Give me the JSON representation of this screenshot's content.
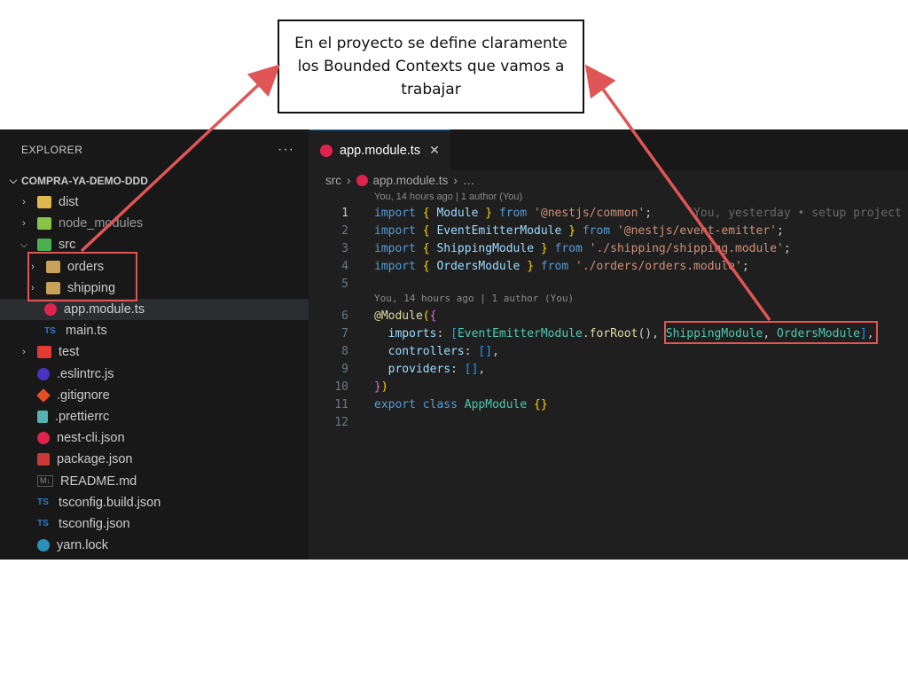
{
  "annotation": {
    "lines": [
      "En el proyecto se define claramente",
      "los Bounded Contexts que vamos a",
      "trabajar"
    ]
  },
  "explorer": {
    "title": "EXPLORER",
    "more": "···",
    "root": "COMPRA-YA-DEMO-DDD",
    "items": [
      {
        "label": "dist",
        "icon": "dist-folder-icon"
      },
      {
        "label": "node_modules",
        "icon": "node-modules-folder-icon"
      },
      {
        "label": "src",
        "icon": "src-folder-icon"
      },
      {
        "label": "orders",
        "icon": "folder-icon"
      },
      {
        "label": "shipping",
        "icon": "folder-icon"
      },
      {
        "label": "app.module.ts",
        "icon": "nest-icon"
      },
      {
        "label": "main.ts",
        "icon": "ts-icon"
      },
      {
        "label": "test",
        "icon": "test-folder-icon"
      },
      {
        "label": ".eslintrc.js",
        "icon": "eslint-icon"
      },
      {
        "label": ".gitignore",
        "icon": "git-icon"
      },
      {
        "label": ".prettierrc",
        "icon": "prettier-icon"
      },
      {
        "label": "nest-cli.json",
        "icon": "nest-icon"
      },
      {
        "label": "package.json",
        "icon": "npm-icon"
      },
      {
        "label": "README.md",
        "icon": "markdown-icon"
      },
      {
        "label": "tsconfig.build.json",
        "icon": "tsconfig-icon"
      },
      {
        "label": "tsconfig.json",
        "icon": "tsconfig-icon"
      },
      {
        "label": "yarn.lock",
        "icon": "yarn-icon"
      }
    ],
    "ts_badge": "TS",
    "md_badge": "M↓"
  },
  "editor": {
    "tab": {
      "label": "app.module.ts",
      "close": "✕"
    },
    "breadcrumb": {
      "src": "src",
      "sep": "›",
      "file": "app.module.ts",
      "more": "…"
    },
    "blame": [
      "You, 14 hours ago | 1 author (You)",
      "You, 14 hours ago | 1 author (You)"
    ],
    "inline_blame": "You, yesterday • setup project",
    "line_numbers": [
      "1",
      "2",
      "3",
      "4",
      "5",
      "6",
      "7",
      "8",
      "9",
      "10",
      "11",
      "12"
    ],
    "code": {
      "l1": [
        "import",
        "{",
        "Module",
        "}",
        "from",
        "'@nestjs/common'",
        ";"
      ],
      "l2": [
        "import",
        "{",
        "EventEmitterModule",
        "}",
        "from",
        "'@nestjs/event-emitter'",
        ";"
      ],
      "l3": [
        "import",
        "{",
        "ShippingModule",
        "}",
        "from",
        "'./shipping/shipping.module'",
        ";"
      ],
      "l4": [
        "import",
        "{",
        "OrdersModule",
        "}",
        "from",
        "'./orders/orders.module'",
        ";"
      ],
      "l6": [
        "@",
        "Module",
        "(",
        "{"
      ],
      "l7": [
        "imports",
        ": ",
        "[",
        "EventEmitterModule",
        ".",
        "forRoot",
        "()",
        ", ",
        "ShippingModule",
        ", ",
        "OrdersModule",
        "]",
        ","
      ],
      "l8": [
        "controllers",
        ": ",
        "[]",
        ","
      ],
      "l9": [
        "providers",
        ": ",
        "[]",
        ","
      ],
      "l10": [
        "}",
        ")"
      ],
      "l11": [
        "export",
        "class",
        "AppModule",
        "{}"
      ]
    }
  },
  "colors": {
    "highlight": "#e05555",
    "accent": "#0078d4"
  }
}
